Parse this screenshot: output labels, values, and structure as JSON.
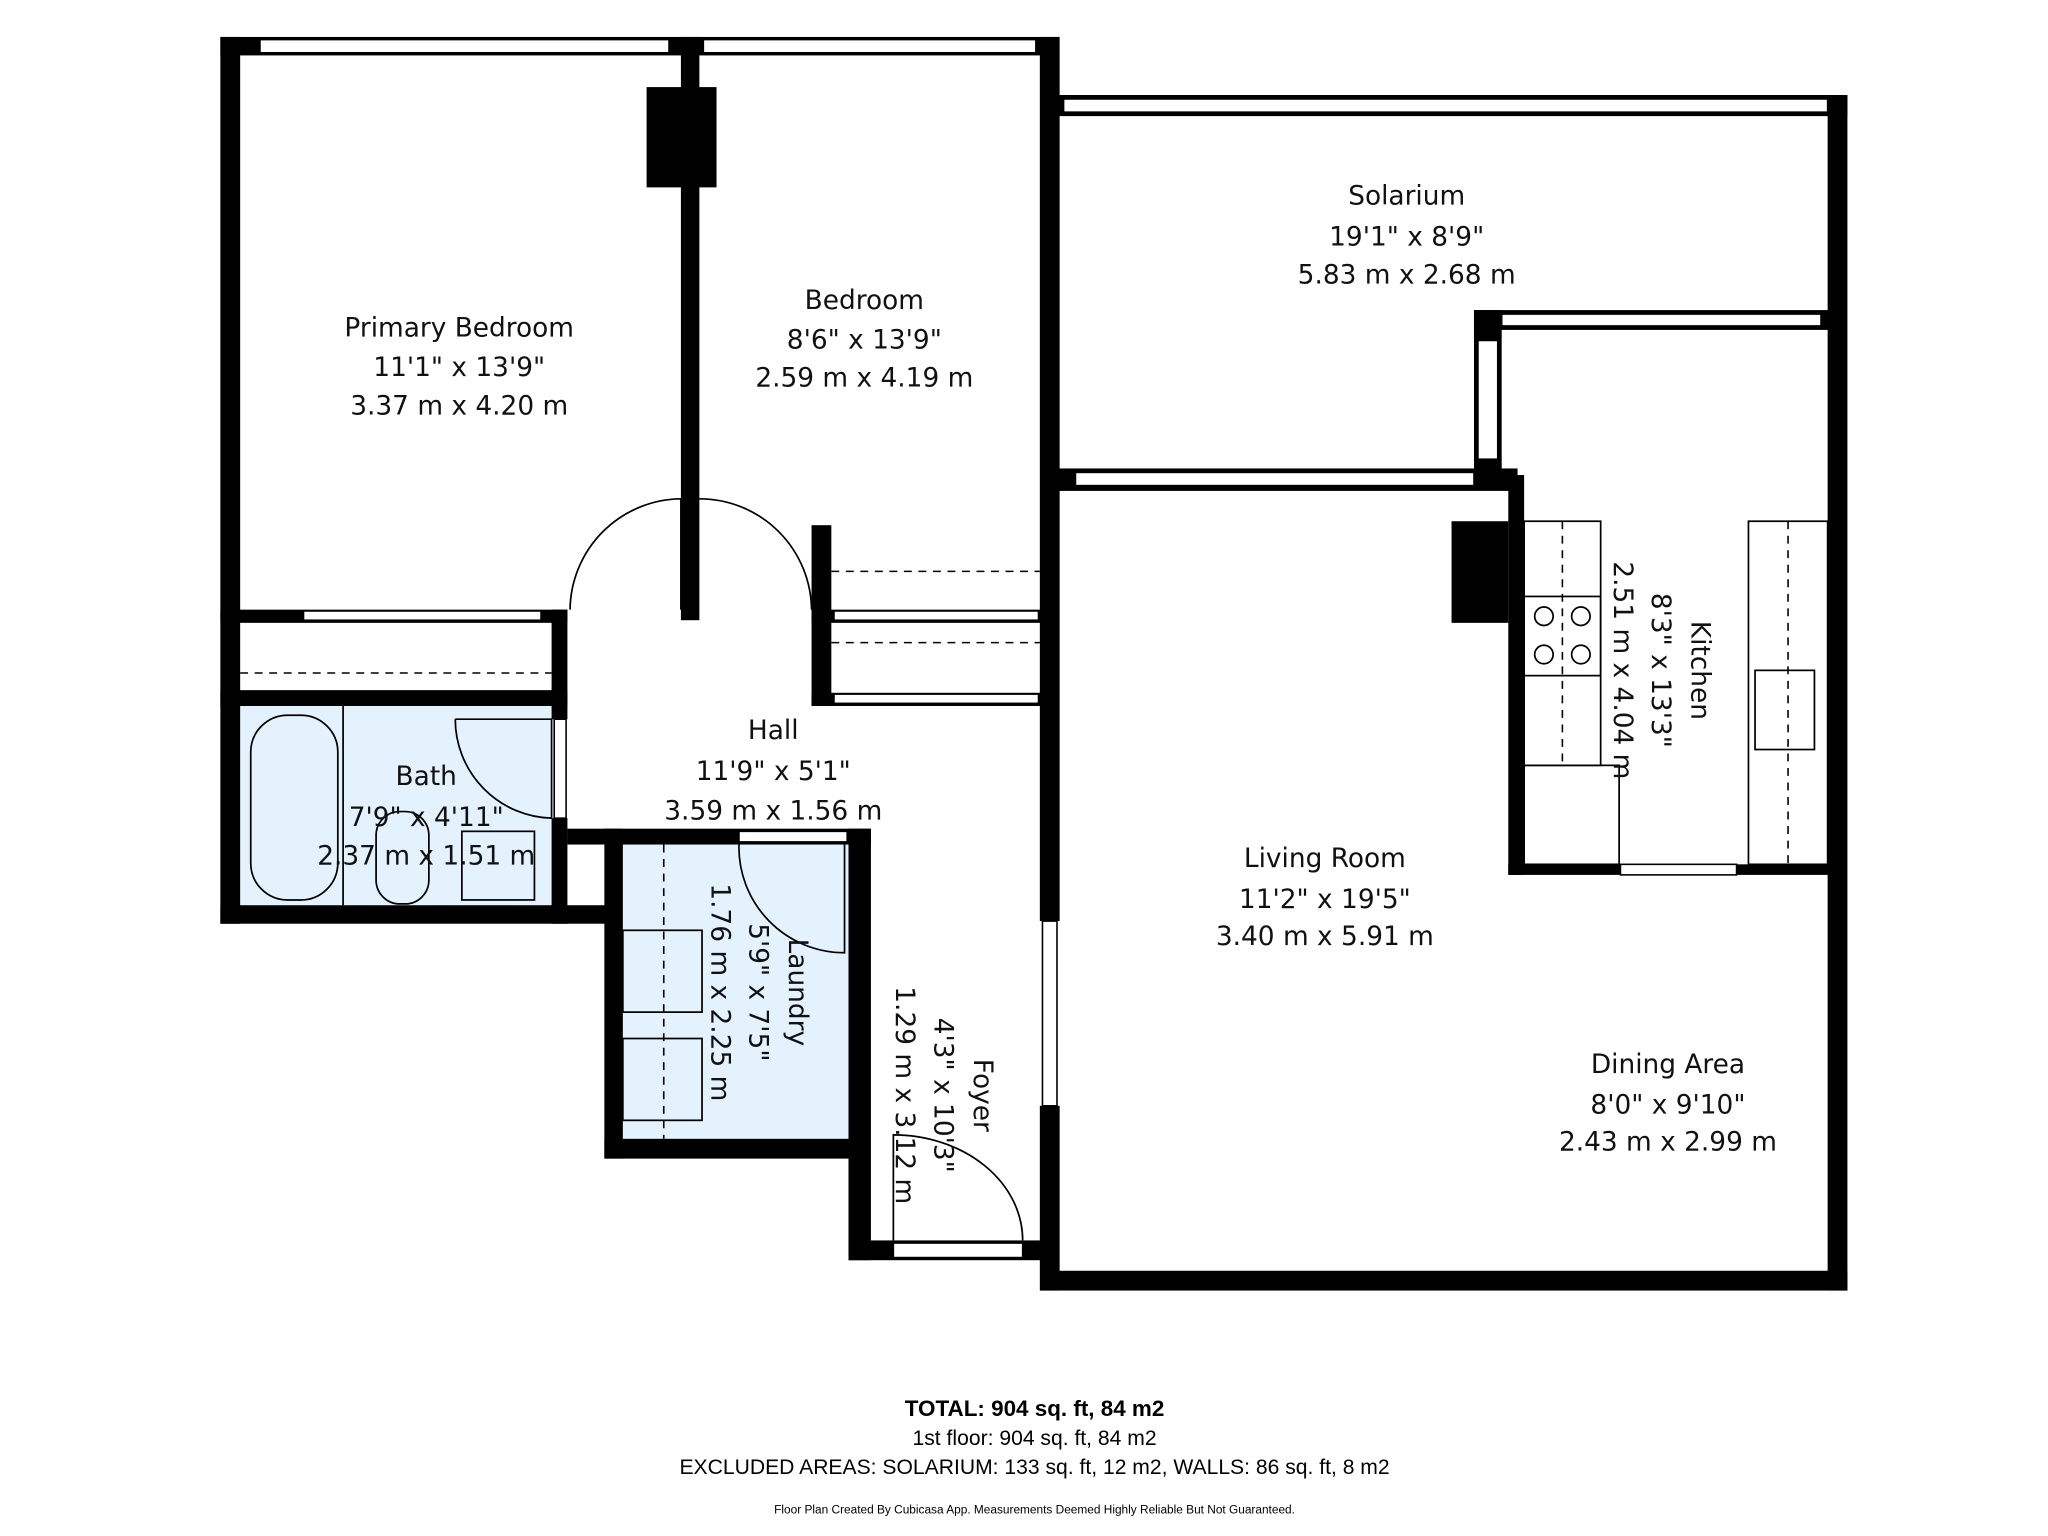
{
  "plan": {
    "rooms": [
      {
        "name": "Primary Bedroom",
        "imperial": "11'1\" x 13'9\"",
        "metric": "3.37 m x 4.20 m"
      },
      {
        "name": "Bedroom",
        "imperial": "8'6\" x 13'9\"",
        "metric": "2.59 m x 4.19 m"
      },
      {
        "name": "Solarium",
        "imperial": "19'1\" x 8'9\"",
        "metric": "5.83 m x 2.68 m"
      },
      {
        "name": "Kitchen",
        "imperial": "8'3\" x 13'3\"",
        "metric": "2.51 m x 4.04 m"
      },
      {
        "name": "Hall",
        "imperial": "11'9\" x 5'1\"",
        "metric": "3.59 m x 1.56 m"
      },
      {
        "name": "Bath",
        "imperial": "7'9\" x 4'11\"",
        "metric": "2.37 m x 1.51 m"
      },
      {
        "name": "Laundry",
        "imperial": "5'9\" x 7'5\"",
        "metric": "1.76 m x 2.25 m"
      },
      {
        "name": "Foyer",
        "imperial": "4'3\" x 10'3\"",
        "metric": "1.29 m x 3.12 m"
      },
      {
        "name": "Living Room",
        "imperial": "11'2\" x 19'5\"",
        "metric": "3.40 m x 5.91 m"
      },
      {
        "name": "Dining Area",
        "imperial": "8'0\" x 9'10\"",
        "metric": "2.43 m x 2.99 m"
      }
    ],
    "colors": {
      "wall": "#000000",
      "wet_area": "#e3f2fc"
    }
  },
  "footer": {
    "total": "TOTAL: 904 sq. ft, 84 m2",
    "floor": "1st floor: 904 sq. ft, 84 m2",
    "excluded": "EXCLUDED AREAS: SOLARIUM: 133 sq. ft, 12 m2, WALLS: 86 sq. ft, 8 m2",
    "disclaimer": "Floor Plan Created By Cubicasa App. Measurements Deemed Highly Reliable But Not Guaranteed."
  }
}
